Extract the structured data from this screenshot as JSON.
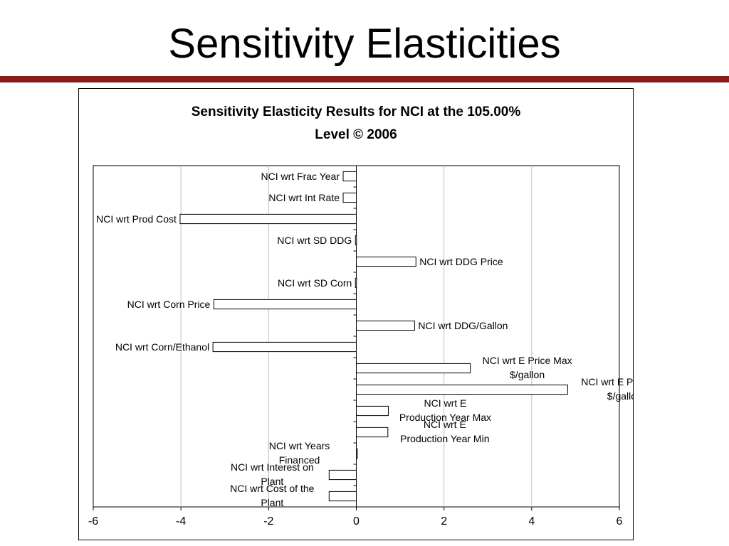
{
  "slide": {
    "title": "Sensitivity Elasticities"
  },
  "colors": {
    "accent_rule": "#8b1a1a",
    "bar_fill": "#ffffff",
    "bar_stroke": "#000000",
    "grid": "#c0c0c0"
  },
  "chart_data": {
    "type": "bar",
    "orientation": "horizontal",
    "title_lines": [
      "Sensitivity Elasticity Results for NCI at the 105.00%",
      "Level © 2006"
    ],
    "xlabel": "",
    "ylabel": "",
    "xlim": [
      -6,
      6
    ],
    "xticks": [
      "-6",
      "-4",
      "-2",
      "0",
      "2",
      "4",
      "6"
    ],
    "grid": "vertical",
    "legend": "none",
    "categories": [
      {
        "label_lines": [
          "NCI wrt Frac Year"
        ],
        "value": -0.3
      },
      {
        "label_lines": [
          "NCI wrt Int Rate"
        ],
        "value": -0.3
      },
      {
        "label_lines": [
          "NCI wrt Prod Cost"
        ],
        "value": -4.02
      },
      {
        "label_lines": [
          "NCI wrt SD DDG"
        ],
        "value": -0.02
      },
      {
        "label_lines": [
          "NCI wrt DDG Price"
        ],
        "value": 1.36
      },
      {
        "label_lines": [
          "NCI wrt SD Corn"
        ],
        "value": -0.02
      },
      {
        "label_lines": [
          "NCI wrt Corn Price"
        ],
        "value": -3.25
      },
      {
        "label_lines": [
          "NCI wrt DDG/Gallon"
        ],
        "value": 1.33
      },
      {
        "label_lines": [
          "NCI wrt Corn/Ethanol"
        ],
        "value": -3.27
      },
      {
        "label_lines": [
          "NCI wrt E Price Max",
          "$/gallon"
        ],
        "value": 2.6
      },
      {
        "label_lines": [
          "NCI wrt E Price Min",
          "$/gallon"
        ],
        "value": 4.82
      },
      {
        "label_lines": [
          "NCI wrt E",
          "Production Year Max"
        ],
        "value": 0.73
      },
      {
        "label_lines": [
          "NCI wrt E",
          "Production Year Min"
        ],
        "value": 0.72
      },
      {
        "label_lines": [
          "NCI wrt Years",
          "Financed"
        ],
        "value": 0.0
      },
      {
        "label_lines": [
          "NCI wrt Interest on",
          "Plant"
        ],
        "value": -0.62
      },
      {
        "label_lines": [
          "NCI wrt Cost of the",
          "Plant"
        ],
        "value": -0.62
      }
    ]
  }
}
